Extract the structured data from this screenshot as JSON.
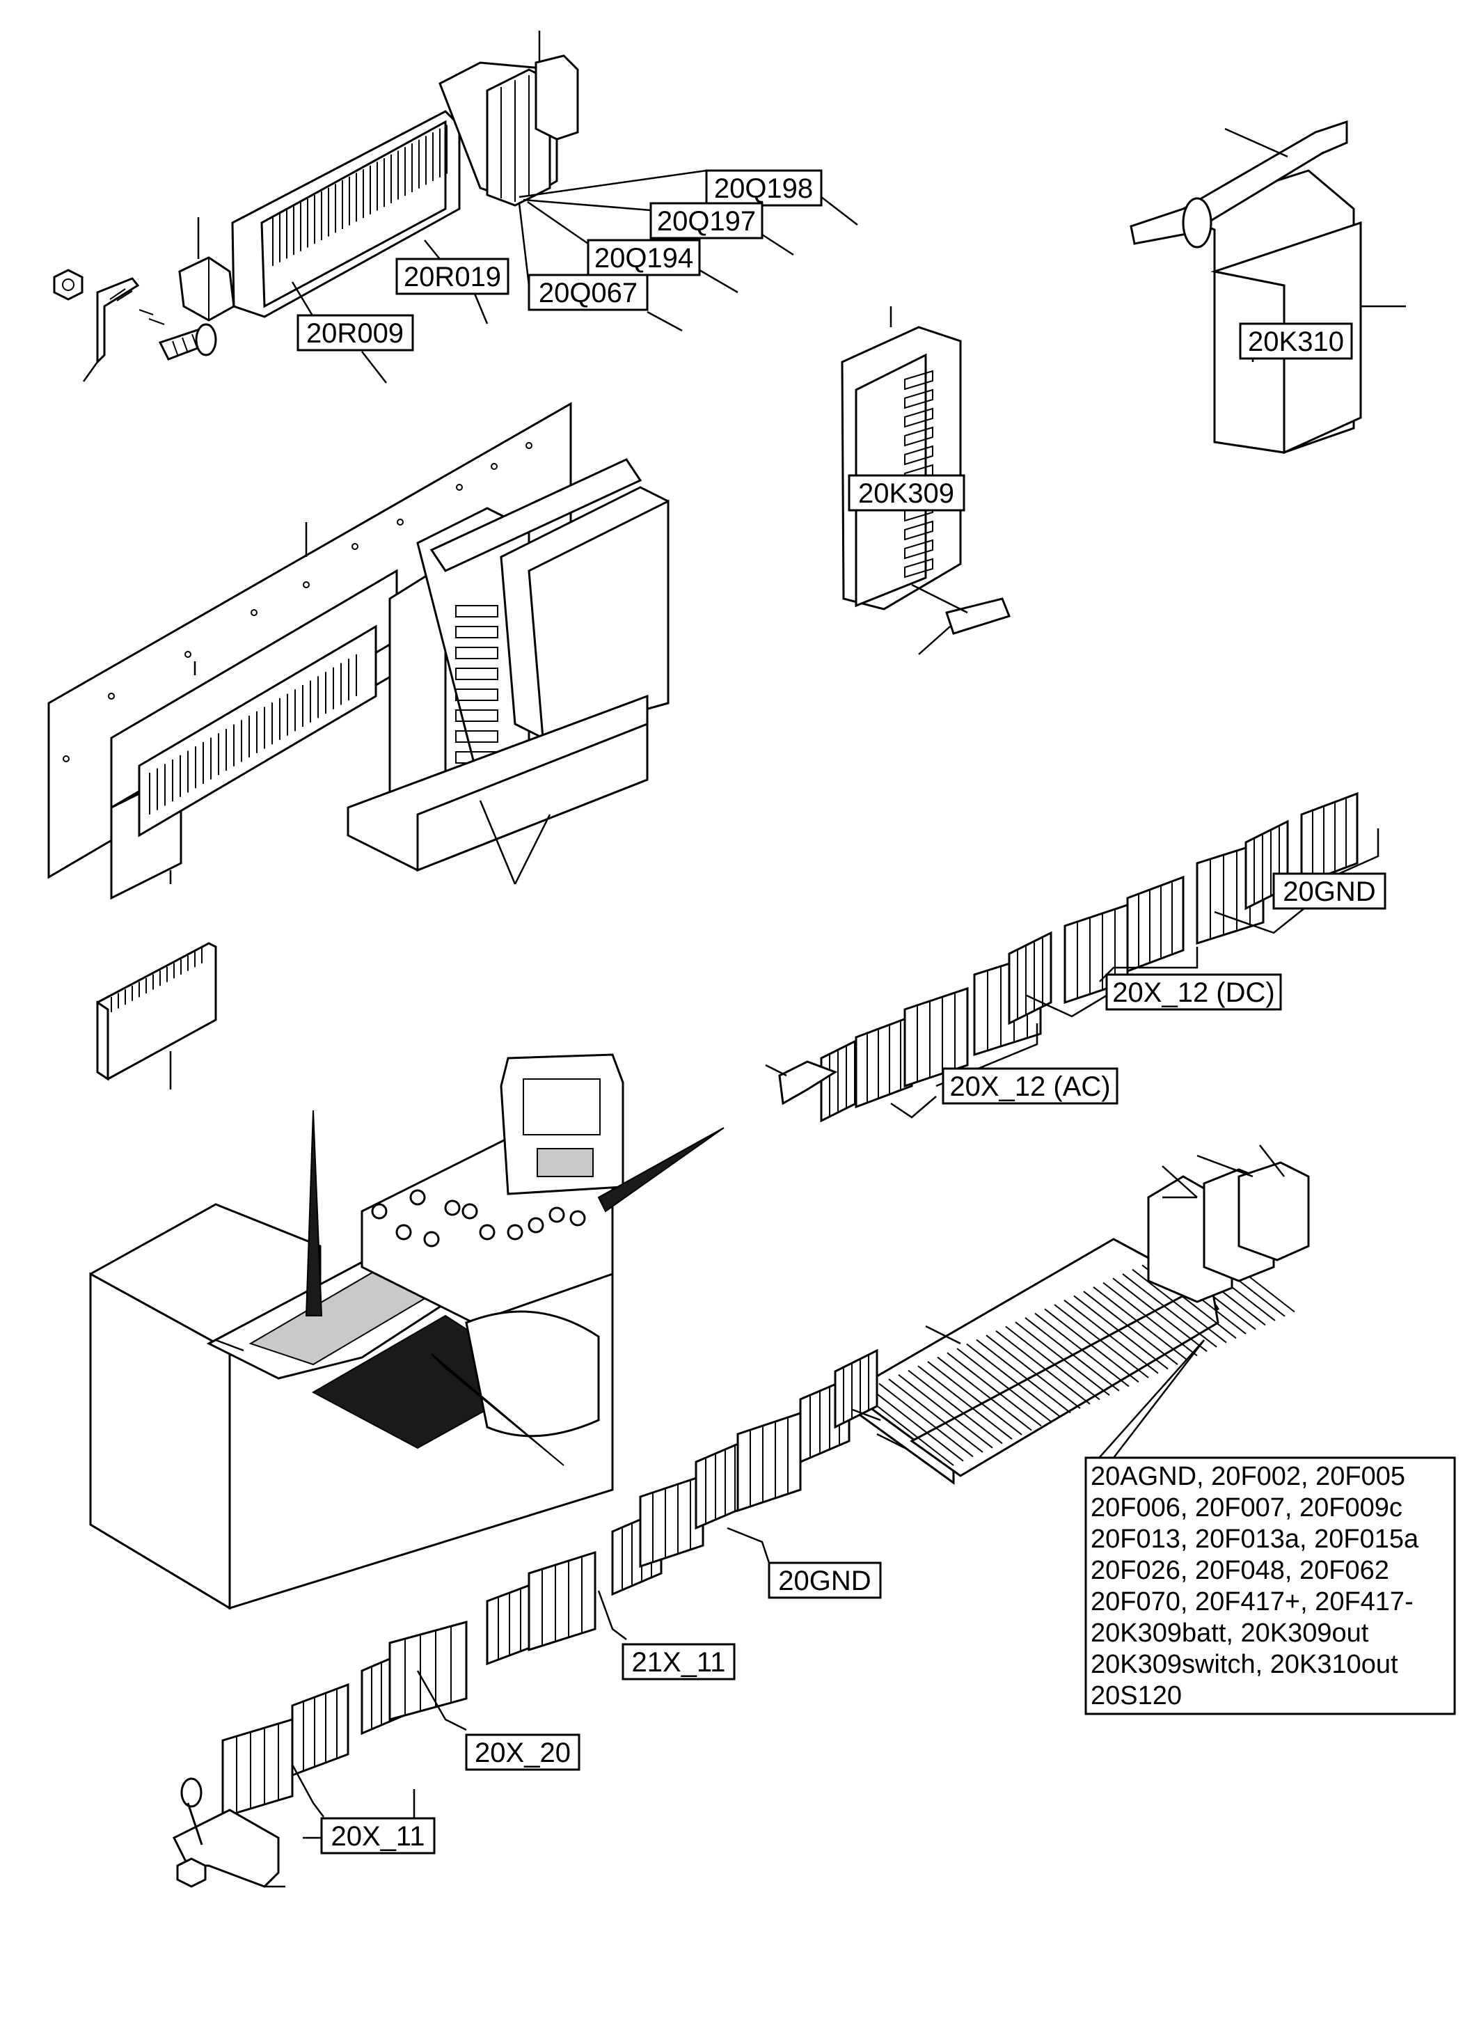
{
  "labels": {
    "q198": "20Q198",
    "q197": "20Q197",
    "q194": "20Q194",
    "q067": "20Q067",
    "r019": "20R019",
    "r009": "20R009",
    "k310": "20K310",
    "k309": "20K309",
    "gnd_top": "20GND",
    "x12_dc": "20X_12 (DC)",
    "x12_ac": "20X_12 (AC)",
    "gnd_bottom": "20GND",
    "x21_11": "21X_11",
    "x20_20": "20X_20",
    "x20_11": "20X_11"
  },
  "fuse_list": [
    "20AGND, 20F002, 20F005",
    "20F006, 20F007, 20F009c",
    "20F013, 20F013a, 20F015a",
    "20F026, 20F048, 20F062",
    "20F070, 20F417+, 20F417-",
    "20K309batt, 20K309out",
    "20K309switch, 20K310out",
    "20S120"
  ]
}
